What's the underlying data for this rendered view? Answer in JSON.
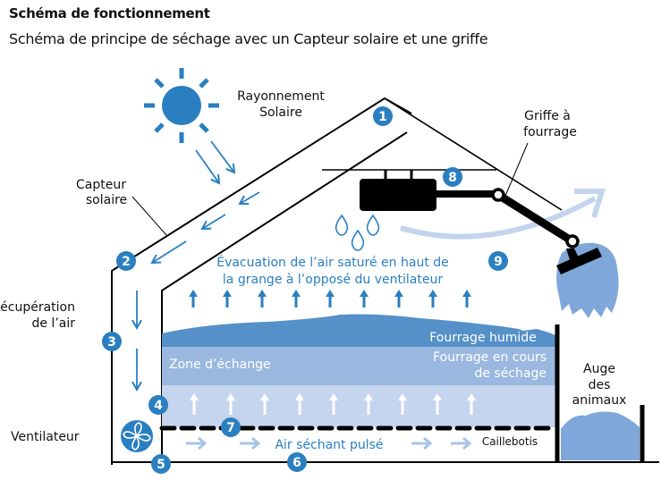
{
  "header": {
    "title": "Schéma de fonctionnement",
    "subtitle": "Schéma de principe de séchage avec un Capteur solaire et une griffe"
  },
  "labels": {
    "rayonnement_line1": "Rayonnement",
    "rayonnement_line2": "Solaire",
    "capteur_line1": "Capteur",
    "capteur_line2": "solaire",
    "recuperation_line1": "Récupération",
    "recuperation_line2": "de l’air",
    "ventilateur": "Ventilateur",
    "griffe_line1": "Griffe à",
    "griffe_line2": "fourrage",
    "evacuation_line1": "Évacuation de l’air saturé en haut de",
    "evacuation_line2": "la grange à l’opposé du ventilateur",
    "fourrage_humide": "Fourrage humide",
    "zone_echange": "Zone d’échange",
    "fourrage_cours_line1": "Fourrage en cours",
    "fourrage_cours_line2": "de séchage",
    "air_sechant": "Air séchant pulsé",
    "caillebotis": "Caillebotis",
    "auge_line1": "Auge",
    "auge_line2": "des",
    "auge_line3": "animaux"
  },
  "badges": [
    "1",
    "2",
    "3",
    "4",
    "5",
    "6",
    "7",
    "8",
    "9"
  ],
  "icons": {
    "sun": "sun-icon",
    "fan": "fan-icon",
    "drops": "water-drop-icon",
    "claw": "forage-claw-icon"
  },
  "colors": {
    "primary_blue": "#2a7fc0",
    "fourrage_humide": "#5590c8",
    "fourrage_cours": "#9ab8e0",
    "zone_basse": "#c5d5ee",
    "light_arrow": "#a8c4e6",
    "hay": "#7fa7da",
    "black": "#000000"
  }
}
